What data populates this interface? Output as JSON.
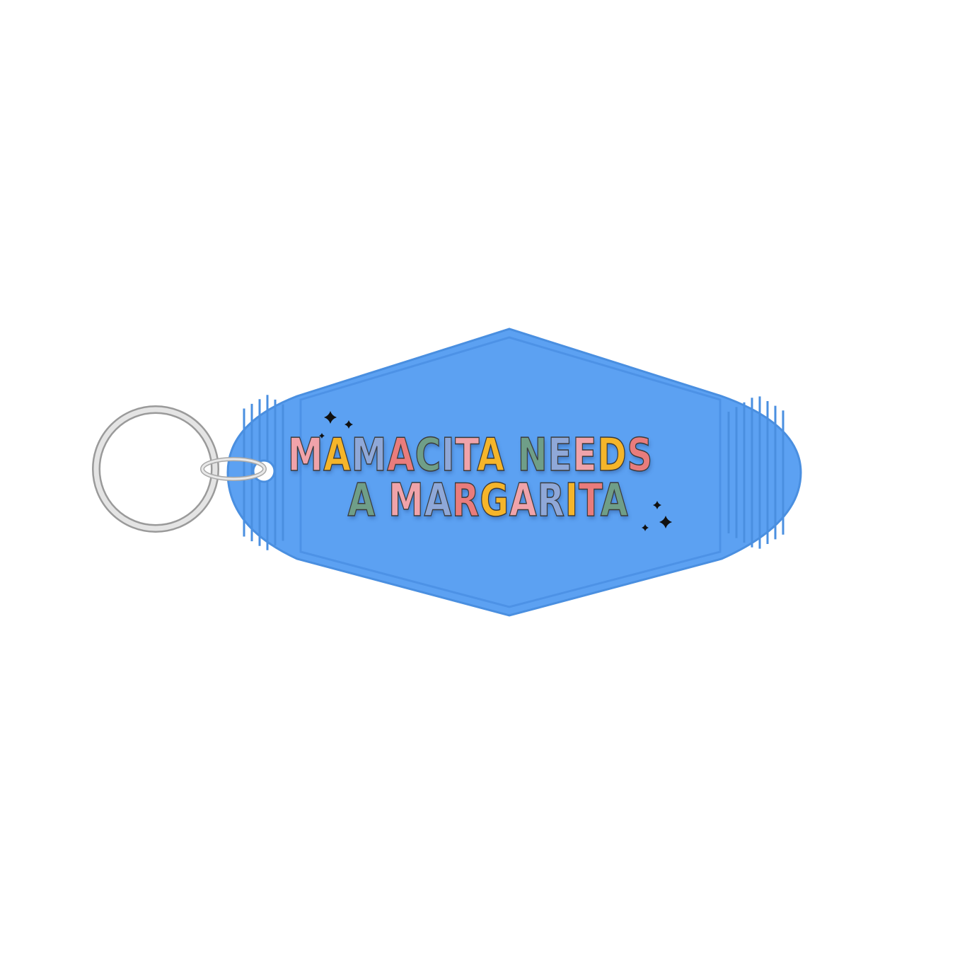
{
  "product": {
    "phrase_lines": [
      "MAMACITA NEEDS",
      "A MARGARITA"
    ],
    "letter_colors": [
      [
        "#f0a3aa",
        "#f5b52a",
        "#8fa8d8",
        "#e97c7c",
        "#6f9e88",
        "#8fa8d8",
        "#f0a3aa",
        "#f5b52a",
        " ",
        "#6f9e88",
        "#8fa8d8",
        "#f0a3aa",
        "#f5b52a",
        "#e97c7c"
      ],
      [
        "#6f9e88",
        " ",
        "#f0a3aa",
        "#8fa8d8",
        "#e97c7c",
        "#f5b52a",
        "#f0a3aa",
        "#8fa8d8",
        "#f5b52a",
        "#e97c7c",
        "#6f9e88"
      ]
    ],
    "tag_color": "#5ca1f2",
    "tag_rib_color": "#4a8fe0",
    "ring_color": "#c8c8c8",
    "sparkle_icon": "four-point-star",
    "sparkle_color": "#111111"
  }
}
